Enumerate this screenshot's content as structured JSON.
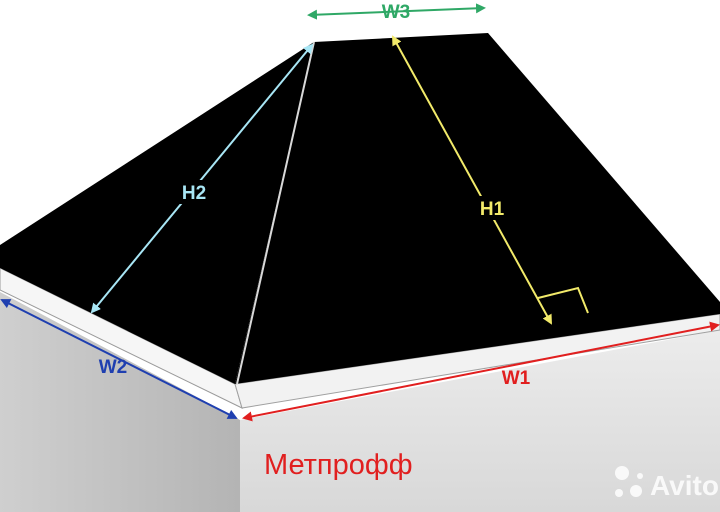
{
  "labels": {
    "w1": "W1",
    "w2": "W2",
    "w3": "W3",
    "h1": "H1",
    "h2": "H2"
  },
  "brand": "Метпрофф",
  "watermark": "Avito",
  "colors": {
    "roof": "#000000",
    "eave": "#f4f4f4",
    "wall_front": "#e2e2e2",
    "wall_side": "#bdbdbd",
    "w1": "#e11f1f",
    "w2": "#1f3fb0",
    "w3": "#2fa866",
    "h1": "#f2ea6a",
    "h2": "#a8e6f5",
    "brand": "#e11f1f"
  }
}
